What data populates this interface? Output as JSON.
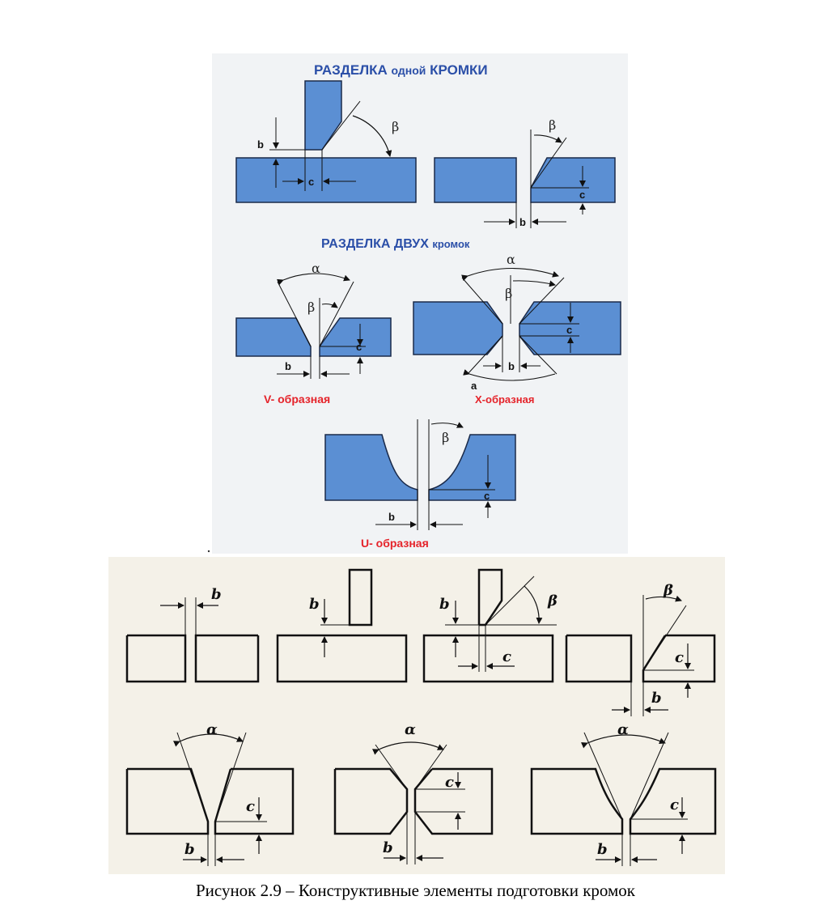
{
  "colors": {
    "plate_fill": "#5b8fd3",
    "plate_stroke": "#1a2a4a",
    "panel_bg": "#f1f3f5",
    "title_blue": "#2b4fa8",
    "label_red": "#e5232a",
    "drawing_bg": "#f4f1e8"
  },
  "top_panel": {
    "title_single_bold": "РАЗДЕЛКА",
    "title_single_rest": "одной",
    "title_single_end": "КРОМКИ",
    "title_double_bold": "РАЗДЕЛКА ДВУХ",
    "title_double_rest": "кромок",
    "dims": {
      "b": "b",
      "c": "c",
      "a": "a",
      "alpha": "α",
      "beta": "β"
    },
    "labels": {
      "v": "V- образная",
      "x": "X-образная",
      "u": "U- образная"
    }
  },
  "bottom_drawing": {
    "dims": {
      "b": "b",
      "c": "c",
      "alpha": "α",
      "beta": "β"
    }
  },
  "caption": "Рисунок 2.9 – Конструктивные элементы подготовки кромок"
}
